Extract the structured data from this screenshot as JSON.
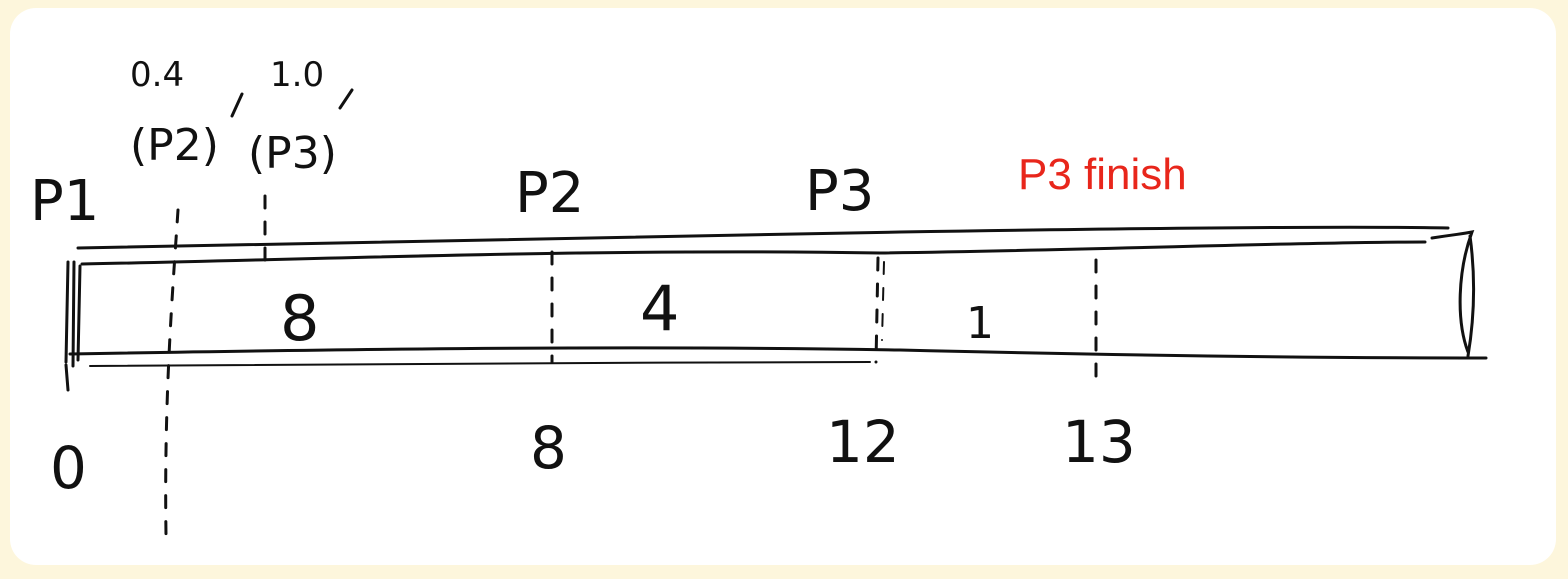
{
  "diagram": {
    "top_labels": {
      "p1": "P1",
      "p2": "P2",
      "p3": "P3",
      "arrival_p2_time": "0.4",
      "arrival_p2_name": "(P2)",
      "arrival_p3_time": "1.0",
      "arrival_p3_name": "(P3)"
    },
    "annotation": {
      "text": "P3 finish",
      "color": "#e8261b"
    },
    "segments": [
      {
        "process": "P1",
        "duration": "8"
      },
      {
        "process": "P2",
        "duration": "4"
      },
      {
        "process": "P3",
        "duration": "1"
      }
    ],
    "ticks": [
      "0",
      "8",
      "12",
      "13"
    ],
    "ink_color": "#111111"
  }
}
